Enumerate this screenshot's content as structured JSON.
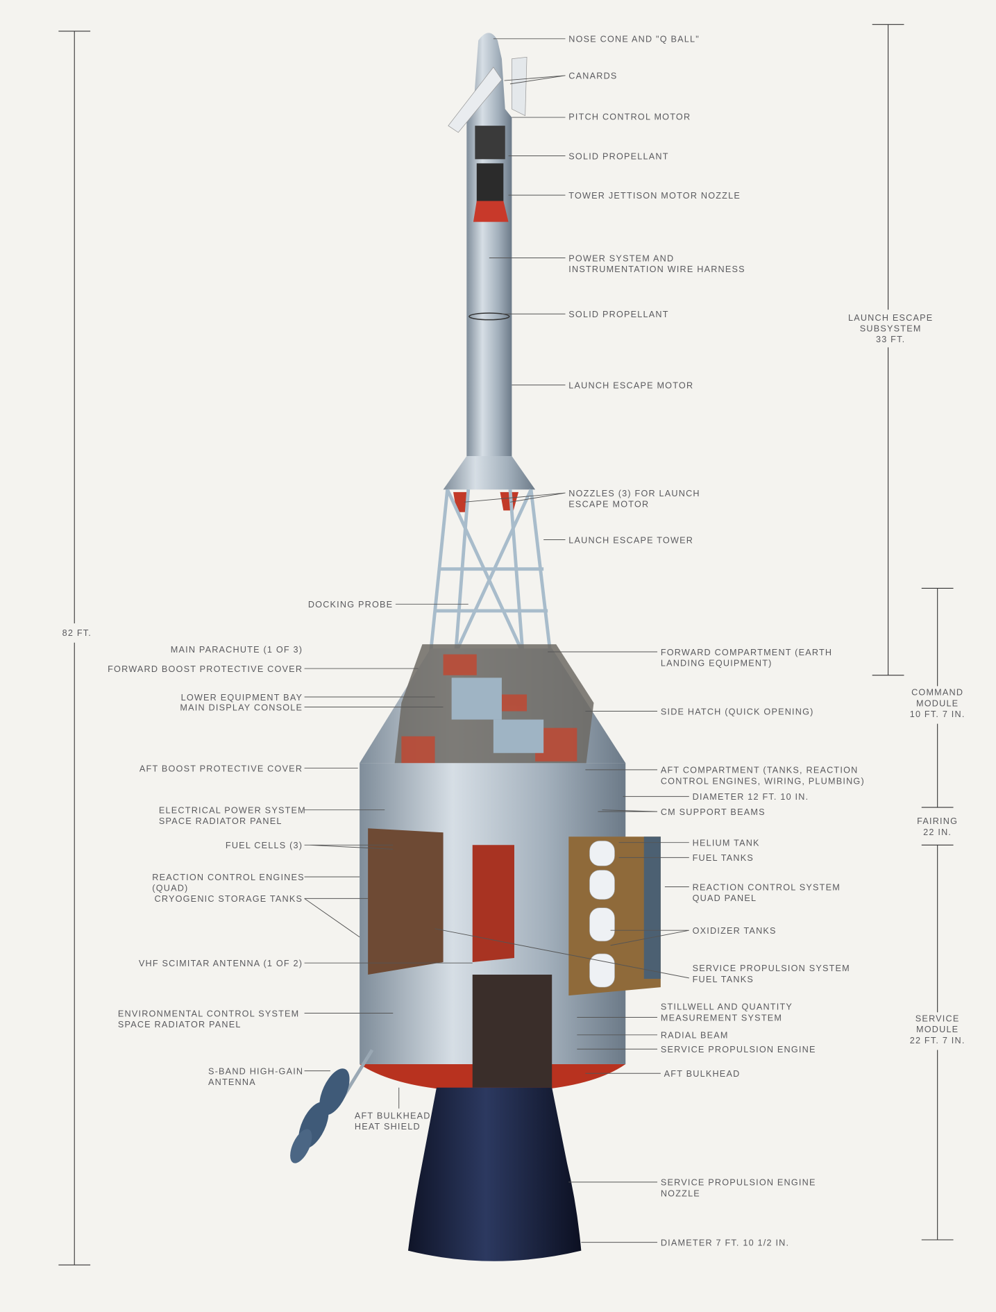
{
  "right_labels": [
    {
      "lines": [
        "NOSE CONE AND \"Q BALL\""
      ]
    },
    {
      "lines": [
        "CANARDS"
      ]
    },
    {
      "lines": [
        "PITCH CONTROL MOTOR"
      ]
    },
    {
      "lines": [
        "SOLID PROPELLANT"
      ]
    },
    {
      "lines": [
        "TOWER JETTISON MOTOR NOZZLE"
      ]
    },
    {
      "lines": [
        "POWER SYSTEM AND",
        "INSTRUMENTATION WIRE HARNESS"
      ]
    },
    {
      "lines": [
        "SOLID PROPELLANT"
      ]
    },
    {
      "lines": [
        "LAUNCH ESCAPE MOTOR"
      ]
    },
    {
      "lines": [
        "NOZZLES (3) FOR LAUNCH",
        "ESCAPE MOTOR"
      ]
    },
    {
      "lines": [
        "LAUNCH ESCAPE TOWER"
      ]
    },
    {
      "lines": [
        "FORWARD COMPARTMENT (EARTH",
        "LANDING EQUIPMENT)"
      ]
    },
    {
      "lines": [
        "SIDE HATCH (QUICK OPENING)"
      ]
    },
    {
      "lines": [
        "AFT COMPARTMENT (TANKS, REACTION",
        "CONTROL ENGINES, WIRING, PLUMBING)"
      ]
    },
    {
      "lines": [
        "DIAMETER 12 FT. 10 IN."
      ]
    },
    {
      "lines": [
        "CM SUPPORT BEAMS"
      ]
    },
    {
      "lines": [
        "HELIUM TANK"
      ]
    },
    {
      "lines": [
        "FUEL TANKS"
      ]
    },
    {
      "lines": [
        "REACTION CONTROL SYSTEM",
        "QUAD PANEL"
      ]
    },
    {
      "lines": [
        "OXIDIZER TANKS"
      ]
    },
    {
      "lines": [
        "SERVICE PROPULSION SYSTEM",
        "FUEL TANKS"
      ]
    },
    {
      "lines": [
        "STILLWELL AND QUANTITY",
        "MEASUREMENT SYSTEM"
      ]
    },
    {
      "lines": [
        "RADIAL BEAM"
      ]
    },
    {
      "lines": [
        "SERVICE PROPULSION ENGINE"
      ]
    },
    {
      "lines": [
        "AFT BULKHEAD"
      ]
    },
    {
      "lines": [
        "SERVICE PROPULSION ENGINE",
        "NOZZLE"
      ]
    },
    {
      "lines": [
        "DIAMETER 7 FT. 10 1/2 IN."
      ]
    }
  ],
  "left_labels": [
    {
      "lines": [
        "DOCKING PROBE"
      ]
    },
    {
      "lines": [
        "MAIN PARACHUTE (1 OF 3)"
      ]
    },
    {
      "lines": [
        "FORWARD BOOST PROTECTIVE COVER"
      ]
    },
    {
      "lines": [
        "LOWER EQUIPMENT BAY"
      ]
    },
    {
      "lines": [
        "MAIN DISPLAY CONSOLE"
      ]
    },
    {
      "lines": [
        "AFT BOOST PROTECTIVE COVER"
      ]
    },
    {
      "lines": [
        "ELECTRICAL POWER SYSTEM",
        "SPACE RADIATOR PANEL"
      ]
    },
    {
      "lines": [
        "FUEL CELLS (3)"
      ]
    },
    {
      "lines": [
        "REACTION CONTROL ENGINES",
        "(QUAD)"
      ]
    },
    {
      "lines": [
        "CRYOGENIC STORAGE TANKS"
      ]
    },
    {
      "lines": [
        "VHF SCIMITAR ANTENNA (1 OF 2)"
      ]
    },
    {
      "lines": [
        "ENVIRONMENTAL CONTROL SYSTEM",
        "SPACE RADIATOR PANEL"
      ]
    },
    {
      "lines": [
        "S-BAND HIGH-GAIN",
        "ANTENNA"
      ]
    },
    {
      "lines": [
        "AFT BULKHEAD",
        "HEAT SHIELD"
      ]
    }
  ],
  "dimensions": {
    "overall": {
      "lines": [
        "82 FT."
      ]
    },
    "launch_escape": {
      "lines": [
        "LAUNCH ESCAPE",
        "SUBSYSTEM",
        "33 FT."
      ]
    },
    "command_module": {
      "lines": [
        "COMMAND",
        "MODULE",
        "10 FT. 7 IN."
      ]
    },
    "fairing": {
      "lines": [
        "FAIRING",
        "22 IN."
      ]
    },
    "service_module": {
      "lines": [
        "SERVICE",
        "MODULE",
        "22 FT. 7 IN."
      ]
    }
  },
  "colors": {
    "background": "#f4f3ef",
    "metal": "#a9b6c2",
    "nozzle": "#1c2440",
    "red": "#b8321f"
  }
}
